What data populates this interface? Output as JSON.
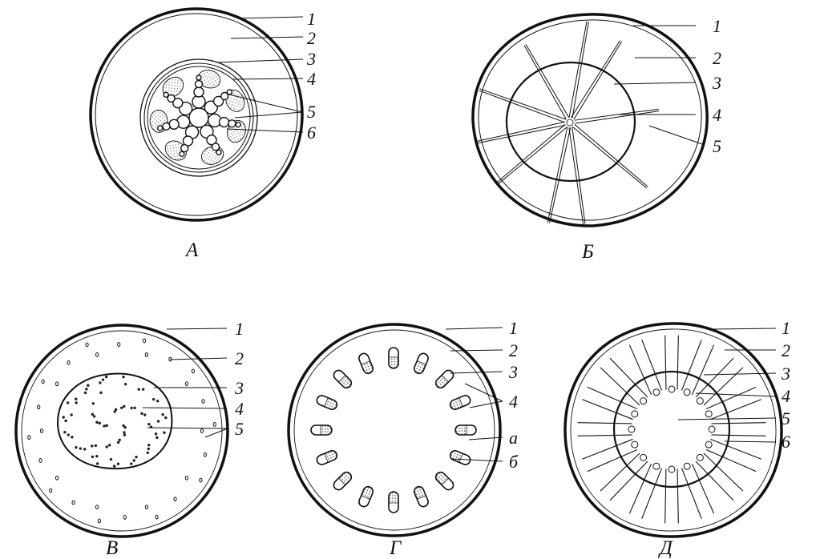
{
  "figures": [
    {
      "key": "A",
      "caption": "А",
      "labels": [
        "1",
        "2",
        "3",
        "4",
        "5",
        "6"
      ]
    },
    {
      "key": "B",
      "caption": "Б",
      "labels": [
        "1",
        "2",
        "3",
        "4",
        "5"
      ]
    },
    {
      "key": "V",
      "caption": "В",
      "labels": [
        "1",
        "2",
        "3",
        "4",
        "5"
      ]
    },
    {
      "key": "G",
      "caption": "Г",
      "labels": [
        "1",
        "2",
        "3",
        "4",
        "а",
        "б"
      ]
    },
    {
      "key": "D",
      "caption": "Д",
      "labels": [
        "1",
        "2",
        "3",
        "4",
        "5",
        "6"
      ]
    }
  ],
  "colors": {
    "ink": "#111111",
    "stipple": "#9a9a9a",
    "background": "#ffffff"
  }
}
